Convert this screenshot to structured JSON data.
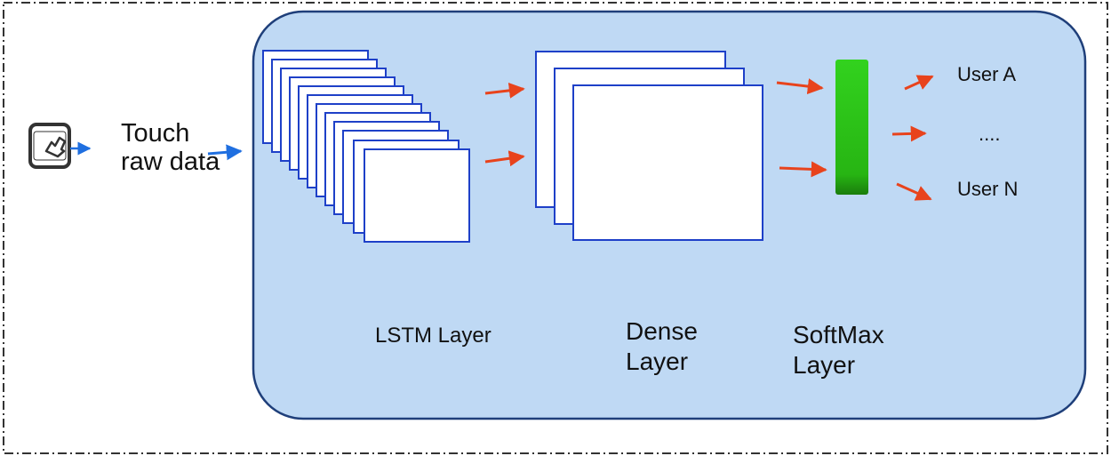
{
  "input": {
    "icon": "touch-tablet-icon",
    "label_lines": [
      "Touch",
      "raw data"
    ]
  },
  "layers": {
    "lstm": {
      "label": "LSTM Layer",
      "stack_count": 12
    },
    "dense": {
      "label_lines": [
        "Dense",
        "Layer"
      ],
      "stack_count": 3
    },
    "softmax": {
      "label_lines": [
        "SoftMax",
        "Layer"
      ]
    }
  },
  "outputs": [
    "User A",
    "....",
    "User N"
  ],
  "colors": {
    "panel_fill": "#bfd9f4",
    "panel_border": "#1f3f7a",
    "card_fill": "#ffffff",
    "card_border": "#1e40c8",
    "arrow_orange": "#e8431c",
    "arrow_blue": "#1f6fe0",
    "softmax_green": "#2fc21a",
    "outer_border": "#333333"
  }
}
